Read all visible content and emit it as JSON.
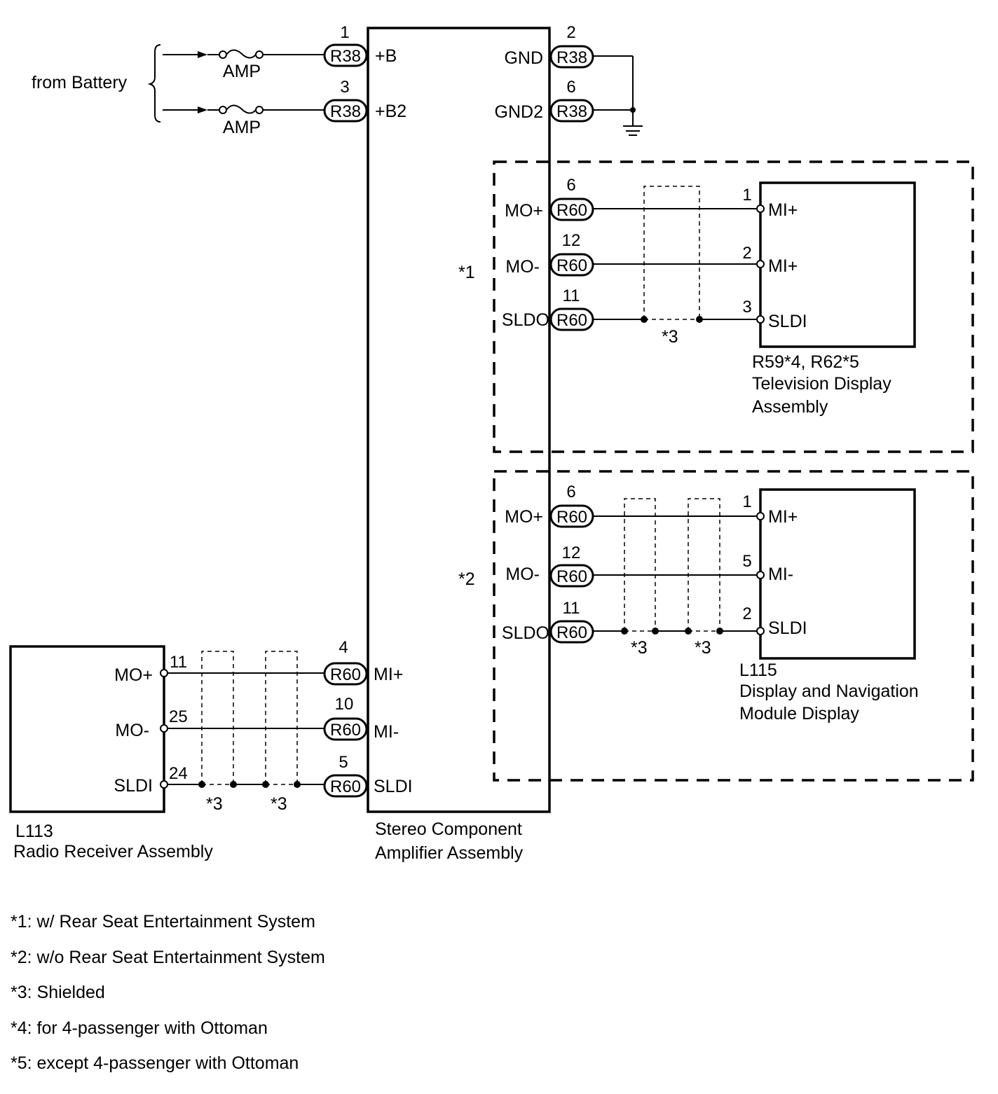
{
  "battery": {
    "label": "from Battery",
    "fuse_label": "AMP"
  },
  "amplifier": {
    "name_line1": "Stereo Component",
    "name_line2": "Amplifier Assembly",
    "pins": {
      "b": {
        "num": "1",
        "conn": "R38",
        "name": "+B"
      },
      "b2": {
        "num": "3",
        "conn": "R38",
        "name": "+B2"
      },
      "gnd": {
        "num": "2",
        "conn": "R38",
        "name": "GND"
      },
      "gnd2": {
        "num": "6",
        "conn": "R38",
        "name": "GND2"
      },
      "mi_plus": {
        "num": "4",
        "conn": "R60",
        "name": "MI+"
      },
      "mi_minus": {
        "num": "10",
        "conn": "R60",
        "name": "MI-"
      },
      "sldi": {
        "num": "5",
        "conn": "R60",
        "name": "SLDI"
      }
    }
  },
  "group1": {
    "tag": "*1",
    "amp_pins": [
      {
        "num": "6",
        "conn": "R60",
        "name": "MO+"
      },
      {
        "num": "12",
        "conn": "R60",
        "name": "MO-"
      },
      {
        "num": "11",
        "conn": "R60",
        "name": "SLDO"
      }
    ],
    "device_pins": [
      {
        "num": "1",
        "name": "MI+"
      },
      {
        "num": "2",
        "name": "MI+"
      },
      {
        "num": "3",
        "name": "SLDI"
      }
    ],
    "shield_tag": "*3",
    "device_line1": "R59*4, R62*5",
    "device_line2": "Television Display",
    "device_line3": "Assembly"
  },
  "group2": {
    "tag": "*2",
    "amp_pins": [
      {
        "num": "6",
        "conn": "R60",
        "name": "MO+"
      },
      {
        "num": "12",
        "conn": "R60",
        "name": "MO-"
      },
      {
        "num": "11",
        "conn": "R60",
        "name": "SLDO"
      }
    ],
    "device_pins": [
      {
        "num": "1",
        "name": "MI+"
      },
      {
        "num": "5",
        "name": "MI-"
      },
      {
        "num": "2",
        "name": "SLDI"
      }
    ],
    "shield_tags": [
      "*3",
      "*3"
    ],
    "device_line1": "L115",
    "device_line2": "Display and Navigation",
    "device_line3": "Module Display"
  },
  "radio": {
    "code": "L113",
    "name": "Radio Receiver Assembly",
    "pins": [
      {
        "num": "11",
        "name": "MO+"
      },
      {
        "num": "25",
        "name": "MO-"
      },
      {
        "num": "24",
        "name": "SLDI"
      }
    ],
    "shield_tags": [
      "*3",
      "*3"
    ]
  },
  "notes": [
    "*1: w/ Rear Seat Entertainment System",
    "*2: w/o Rear Seat Entertainment System",
    "*3: Shielded",
    "*4: for 4-passenger with Ottoman",
    "*5: except 4-passenger with Ottoman"
  ]
}
